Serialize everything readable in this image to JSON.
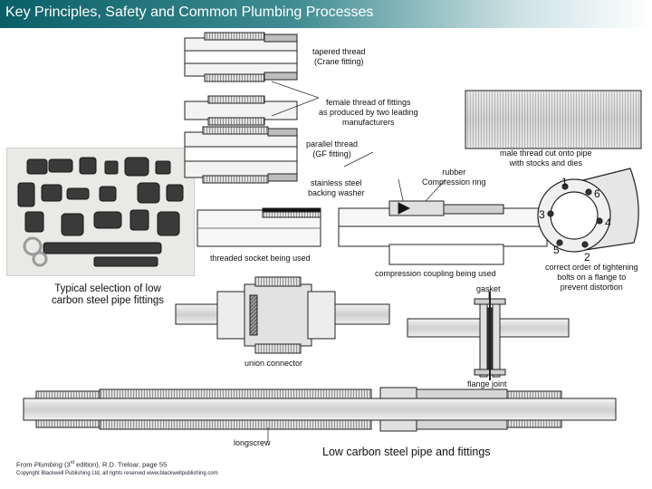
{
  "title": "Key Principles, Safety and Common Plumbing Processes",
  "labels": {
    "tapered_thread": [
      "tapered thread",
      "(Crane fitting)"
    ],
    "female_thread": [
      "female thread of fittings",
      "as produced by two leading",
      "manufacturers"
    ],
    "parallel_thread": [
      "parallel thread",
      "(GF fitting)"
    ],
    "male_thread": [
      "male thread cut onto pipe",
      "with stocks and dies"
    ],
    "rubber_ring": [
      "rubber",
      "Compression ring"
    ],
    "backing_washer": [
      "stainless steel",
      "backing washer"
    ],
    "threaded_socket": "threaded socket being used",
    "compression_coupling": "compression coupling being used",
    "gasket": "gasket",
    "tightening_order": [
      "correct order of tightening",
      "bolts on a flange to",
      "prevent distortion"
    ],
    "union_connector": "union connector",
    "flange_joint": "flange joint",
    "longscrew": "longscrew",
    "photo_caption": [
      "Typical selection of low",
      "carbon steel pipe fittings"
    ],
    "main_caption": "Low carbon steel pipe and fittings",
    "bolt_numbers": [
      "1",
      "6",
      "3",
      "4",
      "5",
      "2"
    ]
  },
  "credit": {
    "source_prefix": "From ",
    "book": "Plumbing",
    "edition_pre": " (3",
    "edition_sup": "rd",
    "edition_post": " edition), R.D. Treloar, page 55",
    "copyright": "Copyright Blackwell Publishing Ltd, all rights reserved www.blackwellpublishing.com"
  },
  "colors": {
    "title_bar": "#0a5f66",
    "metal": "#d9d9d9",
    "outline": "#222222"
  }
}
